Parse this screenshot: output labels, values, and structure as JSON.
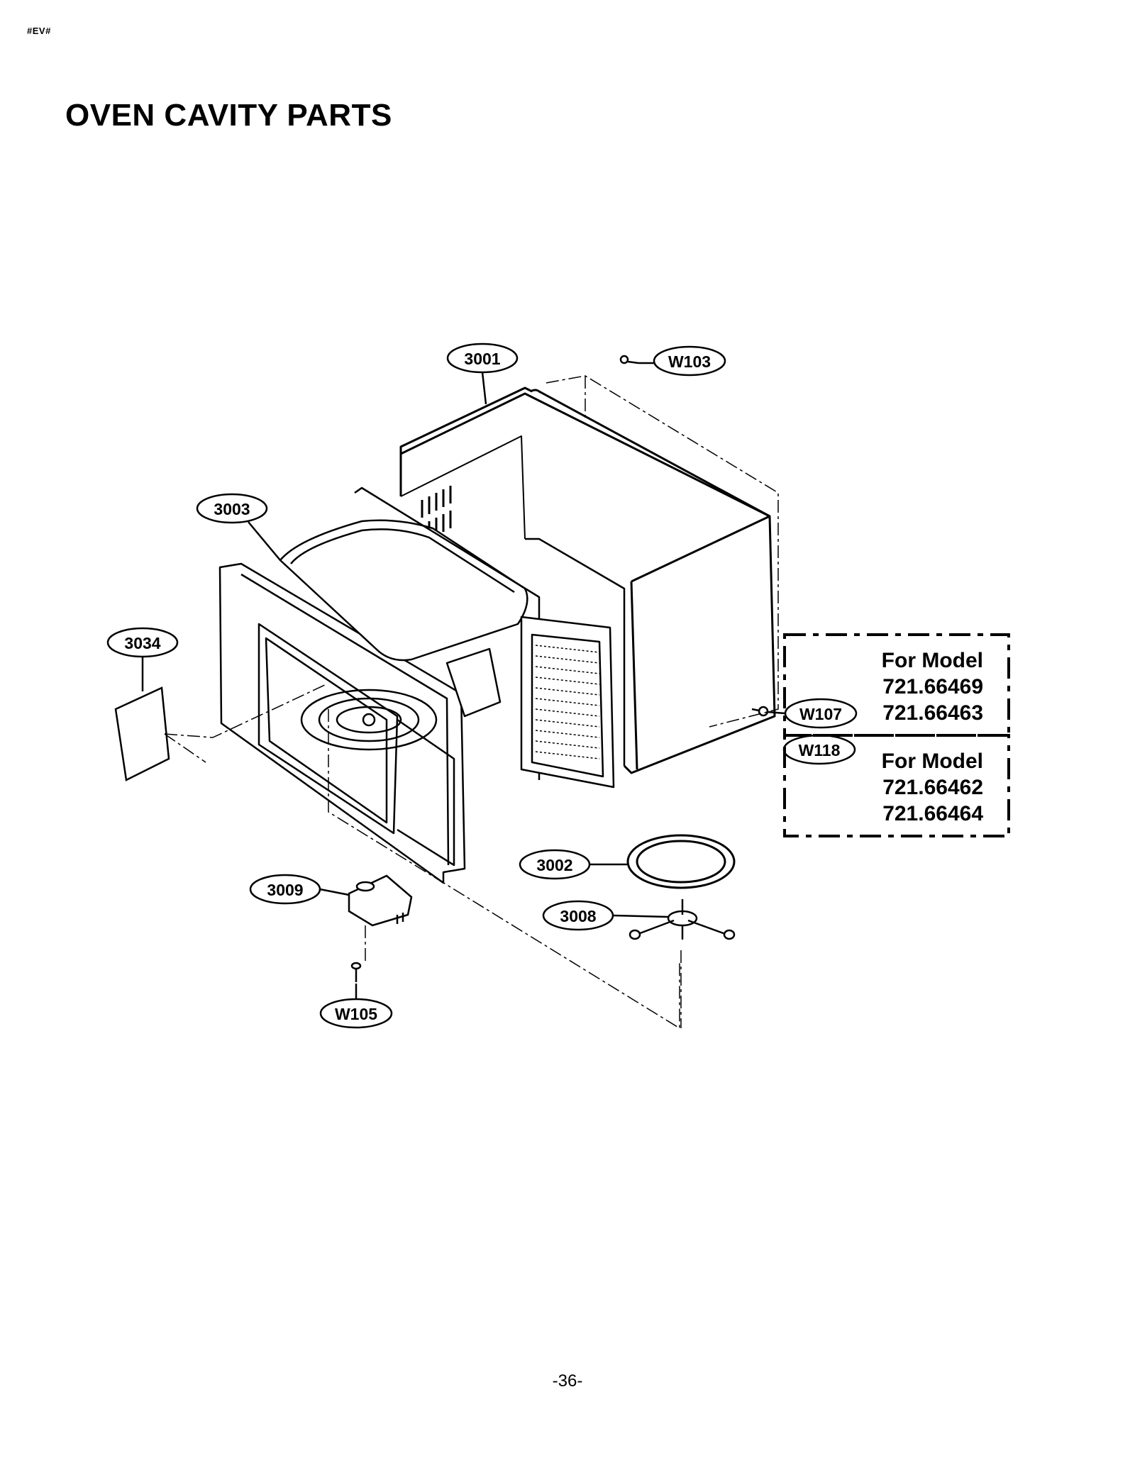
{
  "header": {
    "tag": "#EV#"
  },
  "title": "OVEN CAVITY PARTS",
  "callouts": {
    "p3001": "3001",
    "pW103": "W103",
    "p3003": "3003",
    "p3034": "3034",
    "pW107": "W107",
    "pW118": "W118",
    "p3002": "3002",
    "p3009": "3009",
    "p3008": "3008",
    "pW105": "W105"
  },
  "model_boxes": [
    {
      "label": "For Model",
      "models": [
        "721.66469",
        "721.66463"
      ]
    },
    {
      "label": "For Model",
      "models": [
        "721.66462",
        "721.66464"
      ]
    }
  ],
  "footer": {
    "page_number": "-36-"
  }
}
